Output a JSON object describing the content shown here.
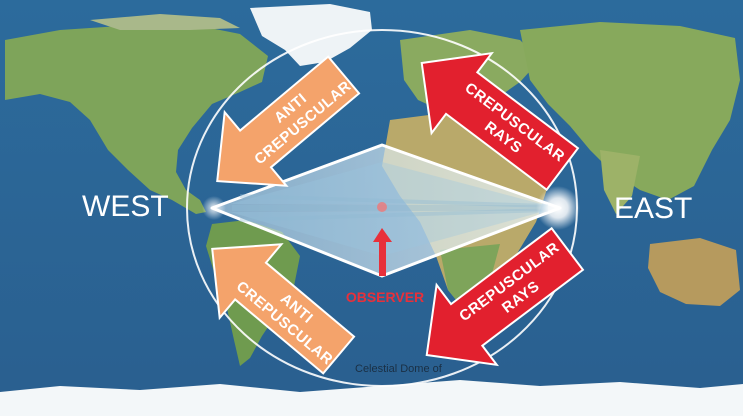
{
  "labels": {
    "west": "WEST",
    "east": "EAST",
    "observer": "OBSERVER",
    "dome": "Celestial Dome of"
  },
  "arrows": {
    "anti_top_1": "ANTI",
    "anti_top_2": "CREPUSCULAR",
    "anti_bottom_1": "ANTI",
    "anti_bottom_2": "CREPUSCULAR",
    "crep_top_1": "CREPUSCULAR",
    "crep_top_2": "RAYS",
    "crep_bottom_1": "CREPUSCULAR",
    "crep_bottom_2": "RAYS"
  },
  "colors": {
    "ocean": "#2f6f9f",
    "land": "#7fa35a",
    "anti_arrow": "#f4a36b",
    "crep_arrow": "#e2202e",
    "observer": "#e8303a"
  },
  "icons": {
    "sun": "sun-glow-icon",
    "observer": "up-arrow-icon"
  }
}
